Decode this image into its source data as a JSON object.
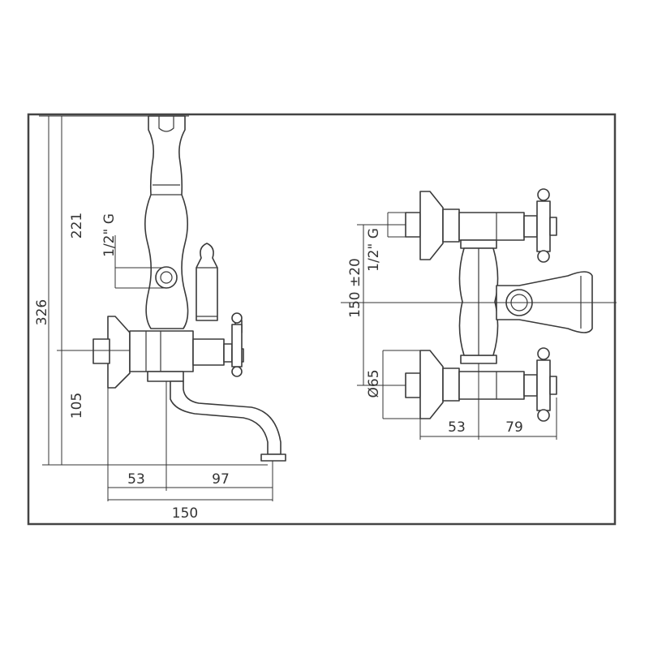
{
  "left_view": {
    "dims": {
      "total_height": "326",
      "upper_height": "221",
      "outlet_height": "105",
      "thread_label": "1/2\" G",
      "offset_a": "53",
      "offset_b": "97",
      "total_width": "150"
    }
  },
  "right_view": {
    "dims": {
      "centres": "150 ±20",
      "thread_label": "1/2\" G",
      "diameter": "Ø65",
      "offset_a": "53",
      "offset_b": "79"
    }
  }
}
